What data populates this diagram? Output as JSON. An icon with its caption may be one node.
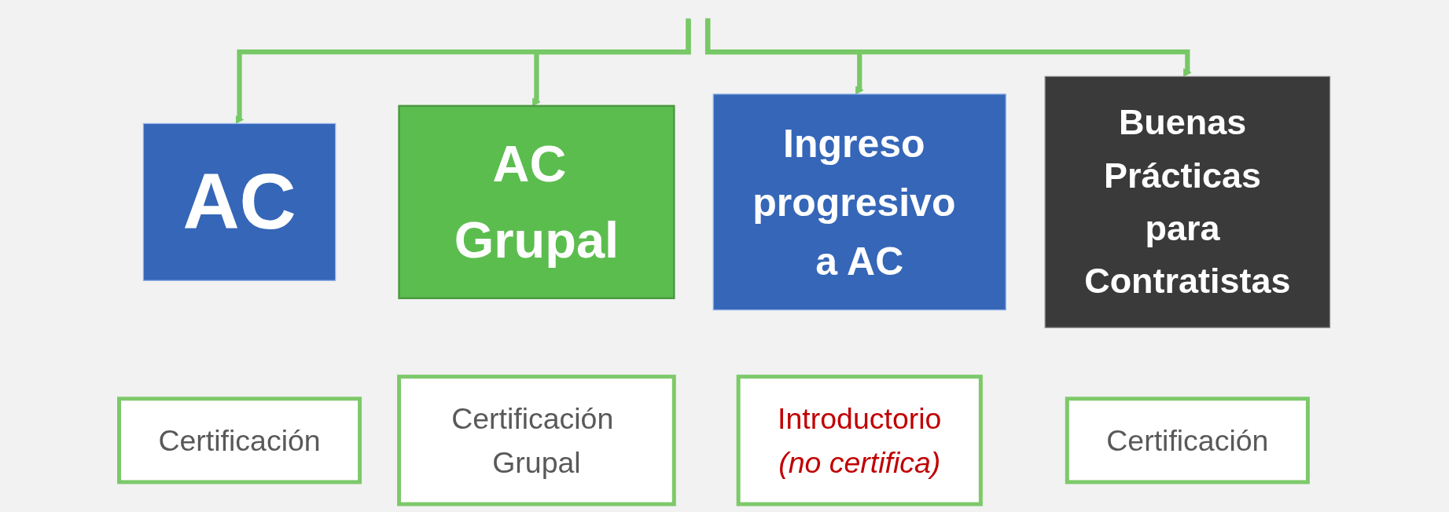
{
  "diagram": {
    "nodes": [
      {
        "text": [
          "AC"
        ]
      },
      {
        "text": [
          "AC Grupal"
        ]
      },
      {
        "text": [
          "Ingreso progresivo a AC"
        ]
      },
      {
        "text": [
          "Buenas Prácticas para Contratistas"
        ]
      },
      {
        "text": [
          "Certificación"
        ]
      },
      {
        "text": [
          "Certificación Grupal"
        ]
      },
      {
        "text": [
          "Introductorio",
          "(no certifica)"
        ]
      },
      {
        "text": [
          "Certificación"
        ]
      }
    ],
    "edges": [
      {
        "from": null,
        "to": 0,
        "arrow": "to"
      },
      {
        "from": null,
        "to": 1,
        "arrow": "to"
      },
      {
        "from": null,
        "to": 2,
        "arrow": "to"
      },
      {
        "from": null,
        "to": 3,
        "arrow": "to"
      }
    ]
  }
}
